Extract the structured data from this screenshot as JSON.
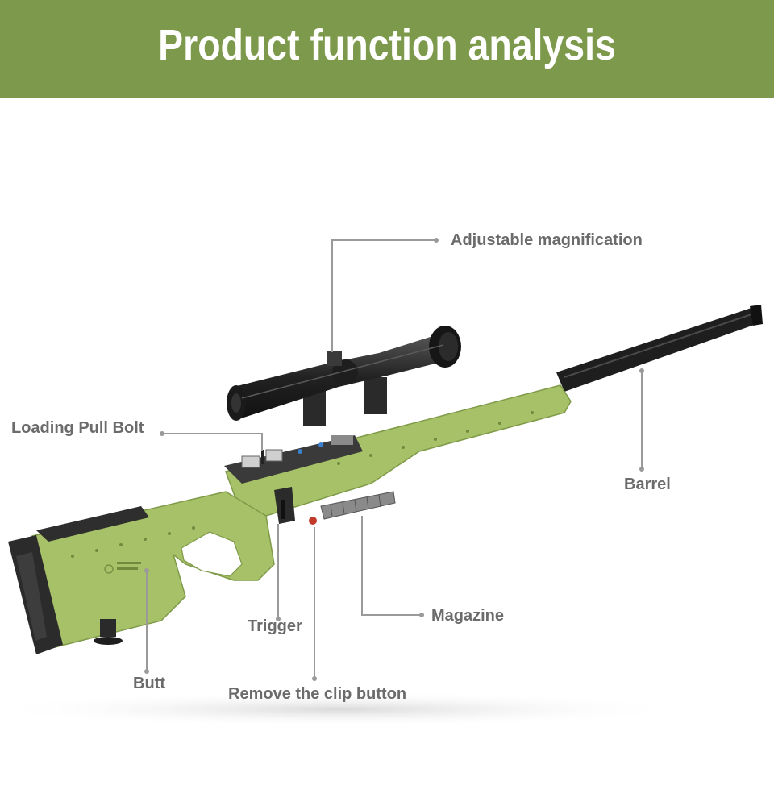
{
  "header": {
    "title": "Product function analysis",
    "background_color": "#7d9a4c"
  },
  "labels": {
    "adjustable_magnification": "Adjustable magnification",
    "loading_pull_bolt": "Loading Pull Bolt",
    "barrel": "Barrel",
    "trigger": "Trigger",
    "magazine": "Magazine",
    "butt": "Butt",
    "remove_clip_button": "Remove the clip button"
  },
  "colors": {
    "rifle_green": "#a7c169",
    "rifle_dark": "#2e2e2e",
    "callout_line": "#9a9a9a",
    "label_text": "#6b6b6b"
  }
}
